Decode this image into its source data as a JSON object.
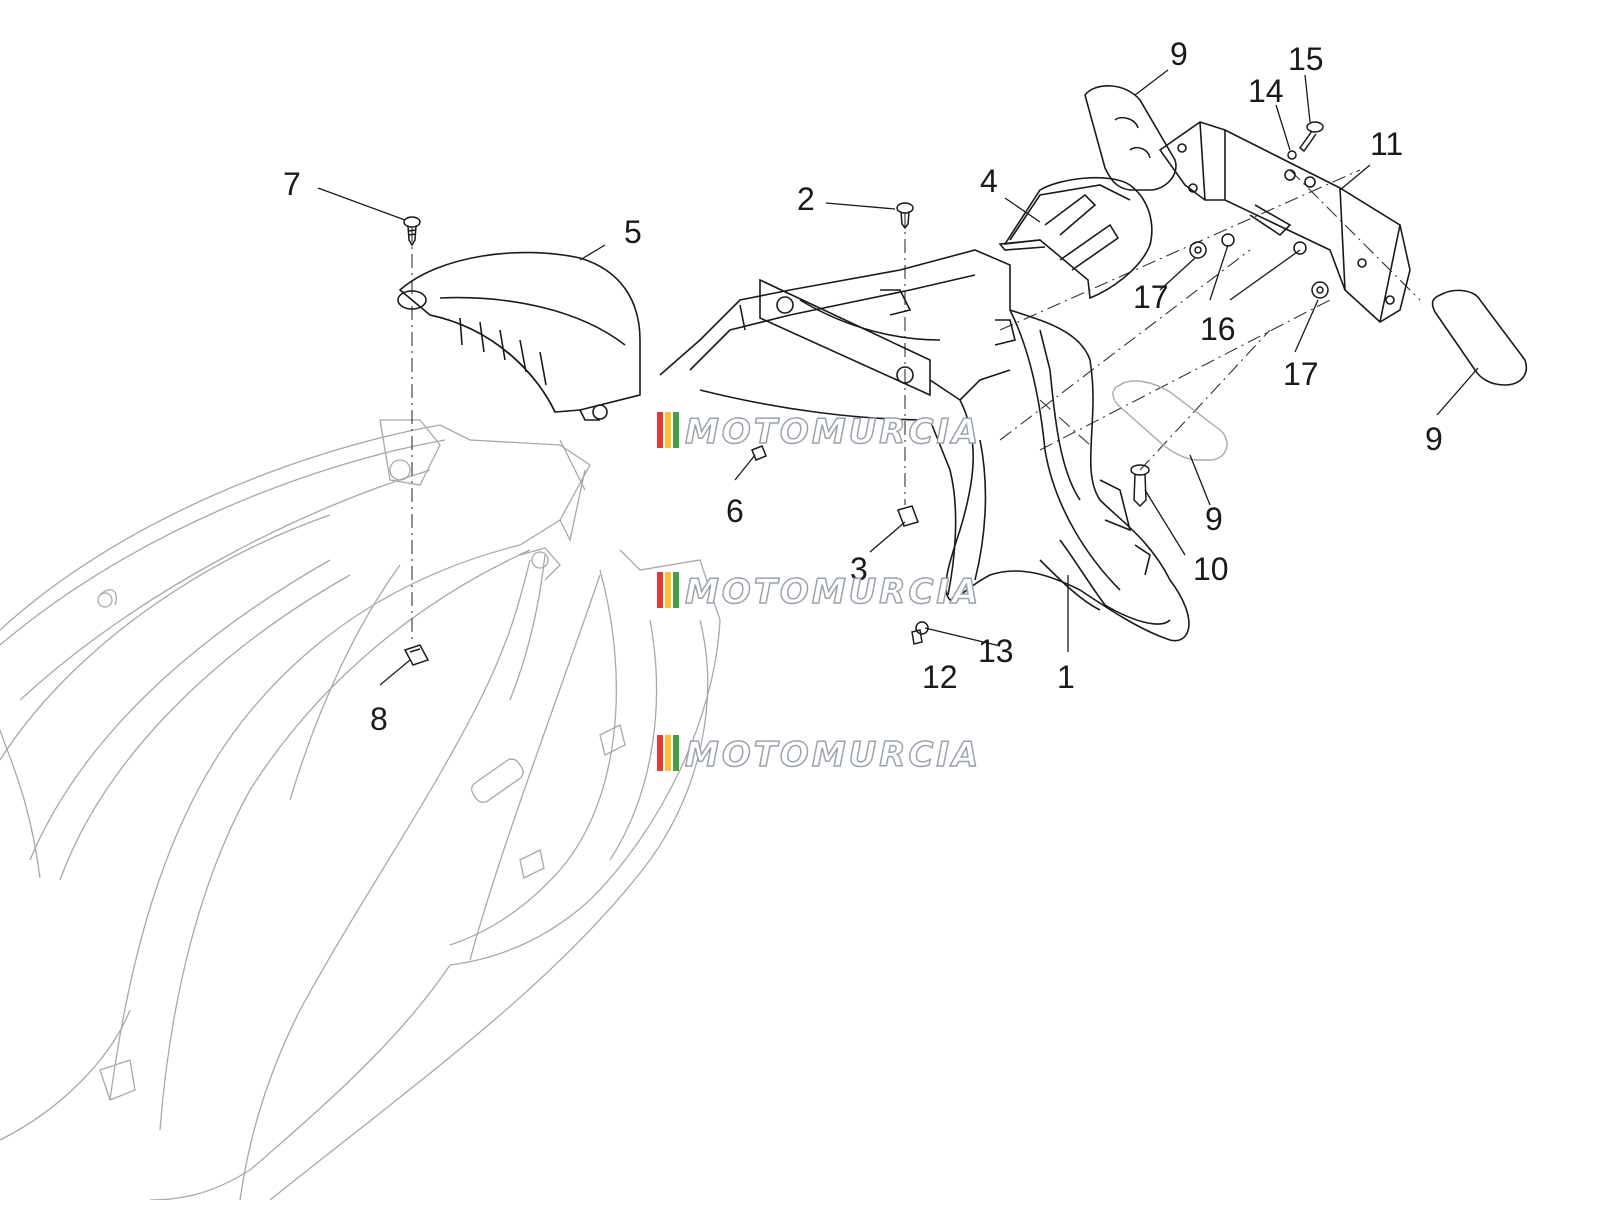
{
  "diagram": {
    "callouts": [
      {
        "id": "1",
        "text": "1"
      },
      {
        "id": "2",
        "text": "2"
      },
      {
        "id": "3",
        "text": "3"
      },
      {
        "id": "4",
        "text": "4"
      },
      {
        "id": "5",
        "text": "5"
      },
      {
        "id": "6",
        "text": "6"
      },
      {
        "id": "7",
        "text": "7"
      },
      {
        "id": "8",
        "text": "8"
      },
      {
        "id": "9a",
        "text": "9"
      },
      {
        "id": "9b",
        "text": "9"
      },
      {
        "id": "9c",
        "text": "9"
      },
      {
        "id": "10",
        "text": "10"
      },
      {
        "id": "11",
        "text": "11"
      },
      {
        "id": "12",
        "text": "12"
      },
      {
        "id": "13",
        "text": "13"
      },
      {
        "id": "14",
        "text": "14"
      },
      {
        "id": "15",
        "text": "15"
      },
      {
        "id": "16",
        "text": "16"
      },
      {
        "id": "17a",
        "text": "17"
      },
      {
        "id": "17b",
        "text": "17"
      }
    ],
    "watermark": {
      "text": "MOTOMURCIA",
      "stripe_colors": [
        "#e53935",
        "#fbc02d",
        "#43a047"
      ],
      "text_color": "#ffffff",
      "outline_color": "#9aa3ad"
    },
    "colors": {
      "line": "#1a1a1a",
      "faint_line": "#a8a8a8",
      "callout_text": "#1a1a1a",
      "background": "#ffffff"
    }
  }
}
